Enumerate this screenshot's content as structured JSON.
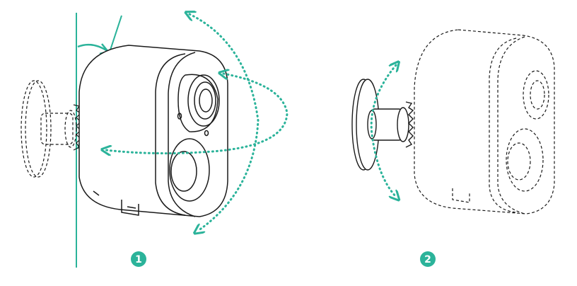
{
  "steps": [
    {
      "number": "1"
    },
    {
      "number": "2"
    }
  ],
  "colors": {
    "accent": "#2bb39a",
    "line": "#1a1a1a",
    "background": "#ffffff"
  },
  "icons": {
    "step1": "camera-wall-mount-solid",
    "step2": "camera-mount-dashed",
    "rotation": "dotted-rotation-arrow"
  }
}
